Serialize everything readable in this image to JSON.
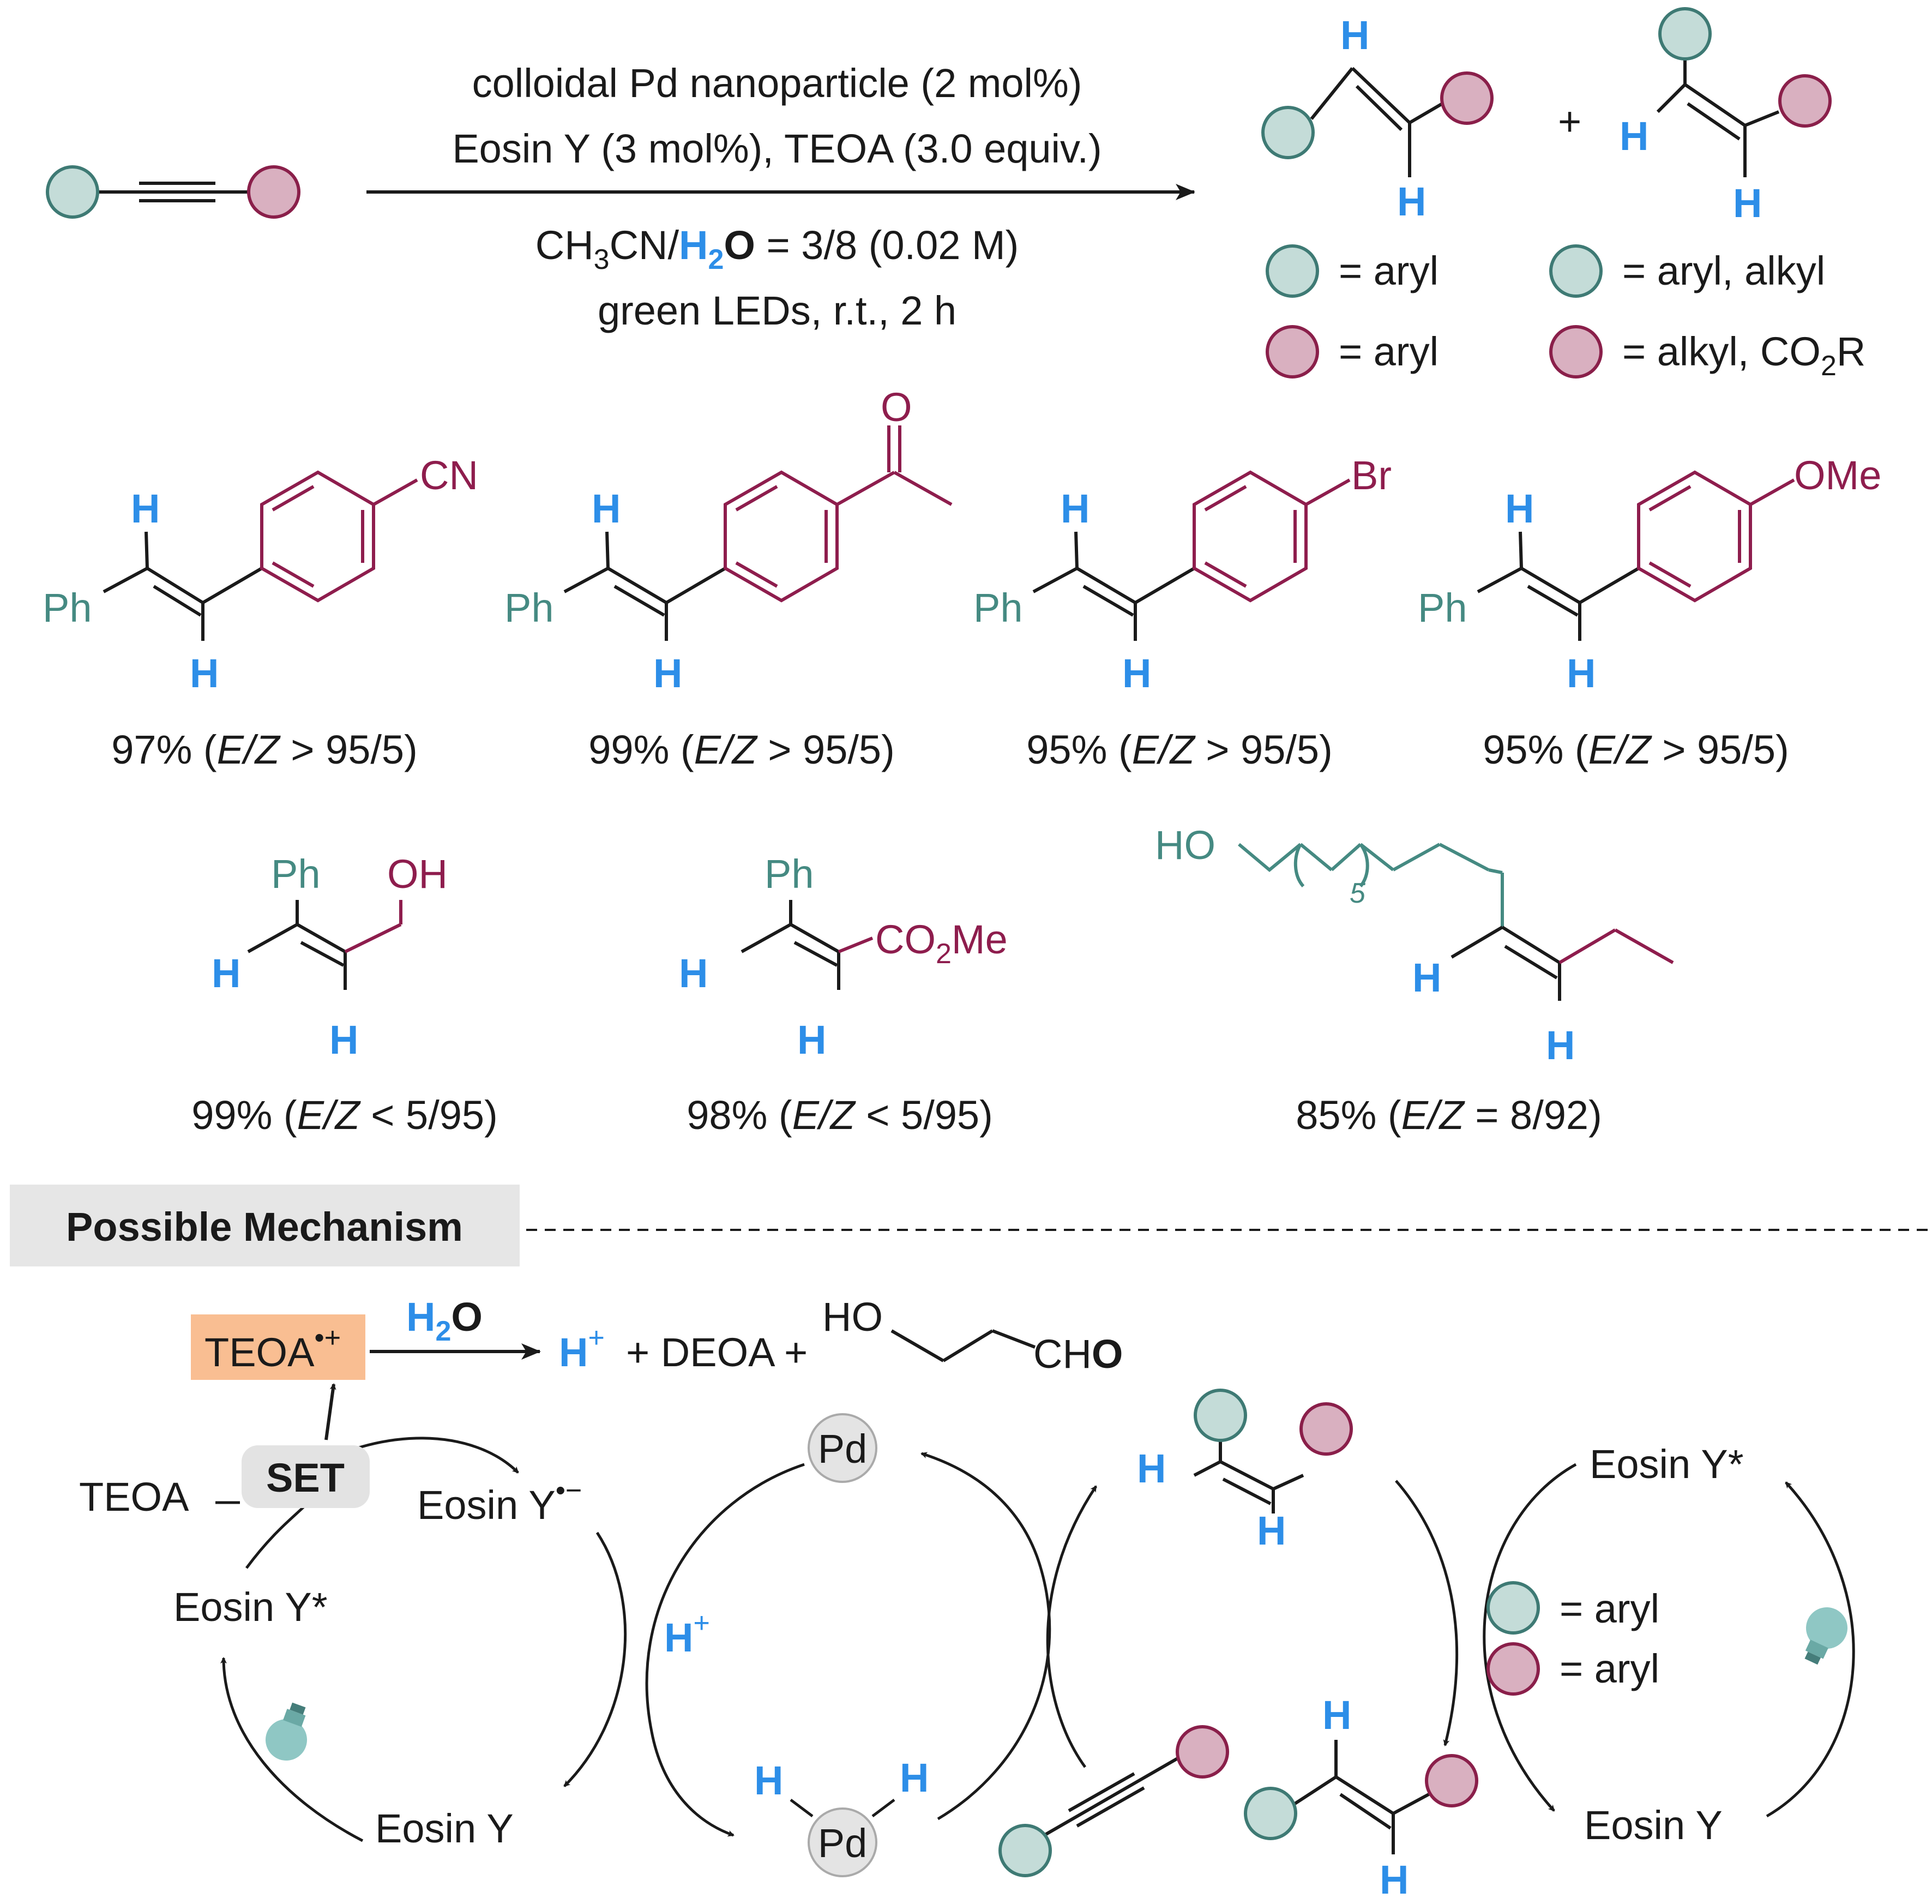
{
  "colors": {
    "teal_fill": "#c4dcd8",
    "teal_stroke": "#3e7a74",
    "teal_text": "#458a82",
    "maroon_fill": "#d9b0c0",
    "maroon_stroke": "#8a1f4a",
    "maroon_line": "#8e1d4d",
    "blue": "#2d8ee8",
    "black": "#1a1a1a",
    "pd_fill": "#e4e4e4",
    "teoa_box": "#f9be92",
    "header_bg": "#e6e6e6",
    "set_bg": "#e3e3e3"
  },
  "reaction": {
    "cond_line1": "colloidal Pd nanoparticle (2 mol%)",
    "cond_line2": "Eosin Y (3 mol%), TEOA (3.0 equiv.)",
    "cond_line3_a": "CH",
    "cond_line3_sub1": "3",
    "cond_line3_b": "CN/",
    "cond_line3_h": "H",
    "cond_line3_sub2": "2",
    "cond_line3_o": "O",
    "cond_line3_c": " = 3/8 (0.02 M)",
    "cond_line4": "green LEDs, r.t., 2 h",
    "plus": "+",
    "h": "H",
    "legend": {
      "eq_aryl": "= aryl",
      "eq_aryl_alkyl": "= aryl, alkyl",
      "eq_alkyl_co2r_a": "= alkyl, CO",
      "eq_alkyl_co2r_sub": "2",
      "eq_alkyl_co2r_b": "R"
    }
  },
  "products": {
    "ph": "Ph",
    "h": "H",
    "p1": {
      "sub": "CN",
      "yield_a": "97% (",
      "ez": "E/Z",
      "yield_b": " > 95/5)"
    },
    "p2": {
      "sub": "O",
      "yield_a": "99% (",
      "ez": "E/Z",
      "yield_b": " > 95/5)"
    },
    "p3": {
      "sub": "Br",
      "yield_a": "95% (",
      "ez": "E/Z",
      "yield_b": " > 95/5)"
    },
    "p4": {
      "sub": "OMe",
      "yield_a": "95% (",
      "ez": "E/Z",
      "yield_b": " > 95/5)"
    },
    "p5": {
      "sub": "OH",
      "yield_a": "99% (",
      "ez": "E/Z",
      "yield_b": " < 5/95)"
    },
    "p6": {
      "sub_a": "CO",
      "sub_sub": "2",
      "sub_b": "Me",
      "yield_a": "98% (",
      "ez": "E/Z",
      "yield_b": " < 5/95)"
    },
    "p7": {
      "ho": "HO",
      "n": "5",
      "yield_a": "85% (",
      "ez": "E/Z",
      "yield_b": " = 8/92)"
    }
  },
  "mechanism": {
    "header": "Possible Mechanism",
    "teoa_radical": "TEOA",
    "teoa_radical_sup": "•+",
    "h2o_h": "H",
    "h2o_sub": "2",
    "h2o_o": "O",
    "hplus_h": "H",
    "hplus_sup": "+",
    "deoa": "+ DEOA +",
    "ho": "HO",
    "cho_a": "CH",
    "cho_b": "O",
    "teoa": "TEOA",
    "set": "SET",
    "eosin_radical": "Eosin Y",
    "eosin_radical_sup": "•−",
    "eosin_star": "Eosin Y*",
    "eosin": "Eosin Y",
    "pd": "Pd",
    "h": "H",
    "legend_aryl": "= aryl"
  }
}
